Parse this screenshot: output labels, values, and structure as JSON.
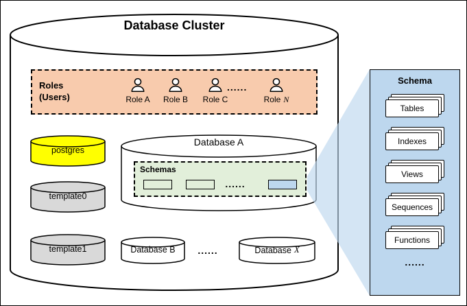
{
  "diagram": {
    "cluster_title": "Database Cluster",
    "roles": {
      "line1": "Roles",
      "line2": "(Users)",
      "items": [
        "Role A",
        "Role B",
        "Role C"
      ],
      "ellipsis": "......",
      "last_prefix": "Role",
      "last_letter": "N"
    },
    "system_dbs": [
      "postgres",
      "template0",
      "template1"
    ],
    "database_a": {
      "title": "Database A",
      "schemas_label": "Schemas",
      "ellipsis": "......"
    },
    "database_b": "Database B",
    "db_ellipsis": "......",
    "database_x": {
      "prefix": "Database",
      "letter": "X"
    },
    "schema_panel": {
      "title": "Schema",
      "items": [
        "Tables",
        "Indexes",
        "Views",
        "Sequences",
        "Functions"
      ],
      "ellipsis": "......"
    },
    "colors": {
      "roles_bg": "#F8CBAD",
      "postgres_fill": "#FFFF00",
      "template_fill": "#D9D9D9",
      "schema_green": "#E2EFDA",
      "schema_blue": "#BDD7EE",
      "panel_blue": "#BDD7EE"
    }
  }
}
